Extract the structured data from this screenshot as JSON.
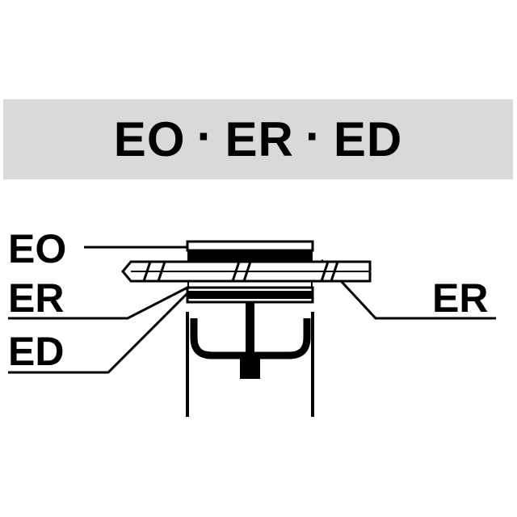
{
  "title": {
    "part1": "EO",
    "separator": "·",
    "part2": "ER",
    "part3": "ED"
  },
  "labels": {
    "eo": "EO",
    "er_left": "ER",
    "ed": "ED",
    "er_right": "ER"
  },
  "colors": {
    "banner": "#d9d9d9",
    "ink": "#000000"
  }
}
